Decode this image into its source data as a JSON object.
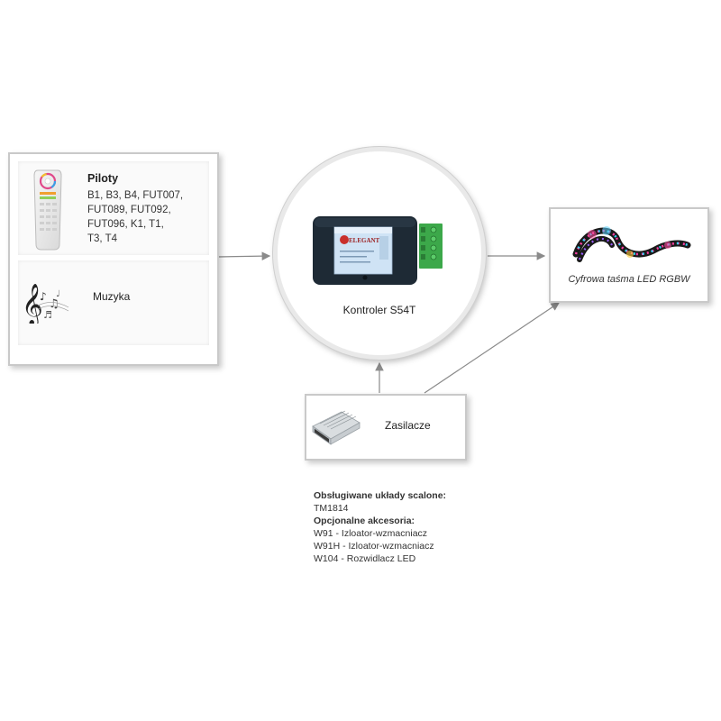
{
  "remotes": {
    "title": "Piloty",
    "lines": [
      "B1, B3, B4, FUT007,",
      "FUT089, FUT092,",
      "FUT096, K1, T1,",
      "T3, T4"
    ]
  },
  "music": {
    "label": "Muzyka"
  },
  "controller": {
    "label": "Kontroler S54T",
    "brand": "ELEGANT"
  },
  "strip": {
    "label": "Cyfrowa taśma LED RGBW"
  },
  "power": {
    "label": "Zasilacze"
  },
  "info": {
    "chips_title": "Obsługiwane układy scalone:",
    "chips": "TM1814",
    "accessories_title": "Opcjonalne akcesoria:",
    "accessories": [
      "W91 - Izloator-wzmacniacz",
      "W91H - Izloator-wzmacniacz",
      "W104 - Rozwidlacz LED"
    ]
  },
  "colors": {
    "arrow": "#8a8a8a",
    "card_border": "#c9c9c9",
    "controller_body": "#1e2a35",
    "terminal": "#3ca84a"
  }
}
